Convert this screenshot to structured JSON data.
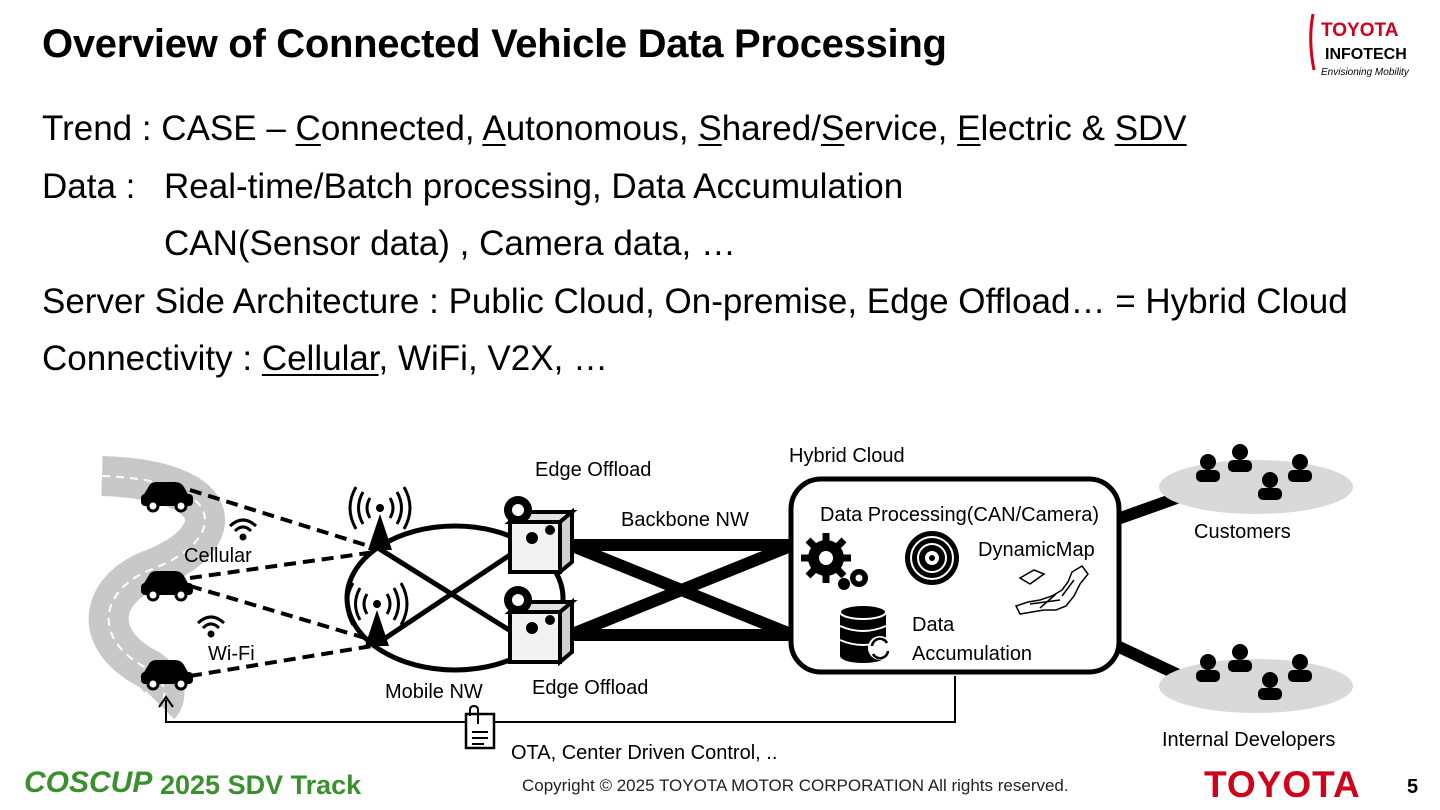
{
  "slide": {
    "title": "Overview of Connected Vehicle Data Processing",
    "trend": {
      "prefix": "Trend : CASE – ",
      "c_letter": "C",
      "c_rest": "onnected, ",
      "a_letter": "A",
      "a_rest": "utonomous, ",
      "s1_letter": "S",
      "s1_rest": "hared/",
      "s2_letter": "S",
      "s2_rest": "ervice, ",
      "e_letter": "E",
      "e_rest": "lectric & ",
      "sdv": "SDV"
    },
    "data_label": "Data :",
    "data_line1": "Real-time/Batch processing, Data Accumulation",
    "data_line2": "CAN(Sensor data) , Camera data, …",
    "server": "Server Side Architecture : Public Cloud, On-premise, Edge Offload… = Hybrid Cloud",
    "connectivity_prefix": "Connectivity : ",
    "connectivity_cellular": "Cellular",
    "connectivity_rest": ", WiFi, V2X, …"
  },
  "logo_top": {
    "brand": "TOYOTA",
    "sub": "InfoTech",
    "tagline": "Envisioning Mobility"
  },
  "diagram": {
    "cellular": "Cellular",
    "wifi": "Wi-Fi",
    "mobile_nw": "Mobile NW",
    "edge_offload_top": "Edge Offload",
    "edge_offload_bottom": "Edge Offload",
    "backbone_nw": "Backbone NW",
    "hybrid_cloud": "Hybrid Cloud",
    "data_processing": "Data Processing(CAN/Camera)",
    "dynamic_map": "DynamicMap",
    "data_accumulation_1": "Data",
    "data_accumulation_2": "Accumulation",
    "customers": "Customers",
    "internal_developers": "Internal Developers",
    "ota": "OTA, Center Driven Control, .."
  },
  "footer": {
    "coscup": "COSCUP",
    "track": "2025 SDV Track",
    "copyright": "Copyright ©  2025 TOYOTA MOTOR CORPORATION All rights reserved.",
    "toyota": "TOYOTA",
    "page": "5"
  },
  "colors": {
    "toyota_red": "#d0021b",
    "coscup_green": "#3a8f2e",
    "road_gray": "#c8c8c8"
  }
}
